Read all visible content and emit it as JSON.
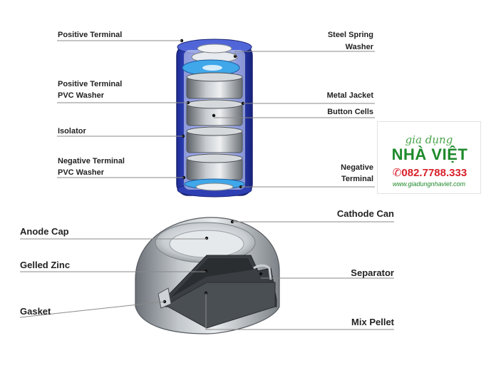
{
  "battery_stack_labels": {
    "positive_terminal": "Positive Terminal",
    "positive_terminal_pvc_washer_line1": "Positive Terminal",
    "positive_terminal_pvc_washer_line2": "PVC Washer",
    "isolator": "Isolator",
    "negative_terminal_pvc_washer_line1": "Negative Terminal",
    "negative_terminal_pvc_washer_line2": "PVC Washer",
    "steel_spring_washer_line1": "Steel Spring",
    "steel_spring_washer_line2": "Washer",
    "metal_jacket": "Metal Jacket",
    "button_cells": "Button Cells",
    "negative_terminal_line1": "Negative",
    "negative_terminal_line2": "Terminal"
  },
  "button_cell_labels": {
    "anode_cap": "Anode Cap",
    "gelled_zinc": "Gelled Zinc",
    "gasket": "Gasket",
    "cathode_can": "Cathode Can",
    "separator": "Separator",
    "mix_pellet": "Mix Pellet"
  },
  "watermark": {
    "tagline": "gia dụng",
    "brand": "NHÀ VIỆT",
    "phone": "082.7788.333",
    "url": "www.giadungnhaviet.com"
  },
  "colors": {
    "jacket_blue": "#2233a8",
    "cell_grey": "#8f9499",
    "leader_line": "#8a8a8a",
    "logo_green": "#1e8a2b",
    "logo_red": "#d91f2a"
  }
}
